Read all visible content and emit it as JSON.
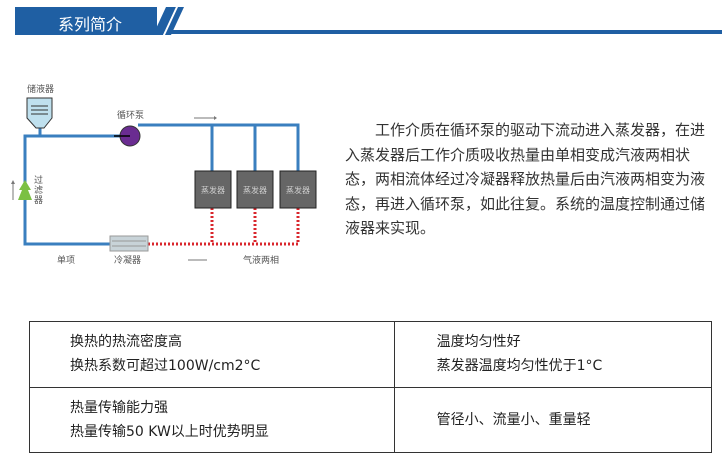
{
  "header": {
    "title": "系列简介"
  },
  "diagram": {
    "reservoir_label": "储液器",
    "pump_label": "循环泵",
    "filter_label": "过滤器",
    "evaporator_label": "蒸发器",
    "condenser_label": "冷凝器",
    "single_phase_label": "单项",
    "two_phase_label": "气液两相",
    "colors": {
      "liquid": "#3a7fbf",
      "two_phase": "#d9262c",
      "pump": "#6a2c91",
      "filter": "#7bc043"
    }
  },
  "description": "工作介质在循环泵的驱动下流动进入蒸发器，在进入蒸发器后工作介质吸收热量由单相变成汽液两相状态，两相流体经过冷凝器释放热量后由汽液两相变为液态，再进入循环泵，如此往复。系统的温度控制通过储液器来实现。",
  "features": [
    {
      "title": "换热的热流密度高",
      "detail": "换热系数可超过100W/cm2°C"
    },
    {
      "title": "温度均匀性好",
      "detail": "蒸发器温度均匀性优于1°C"
    },
    {
      "title": "热量传输能力强",
      "detail": "热量传输50 KW以上时优势明显"
    },
    {
      "title": "管径小、流量小、重量轻",
      "detail": ""
    }
  ]
}
